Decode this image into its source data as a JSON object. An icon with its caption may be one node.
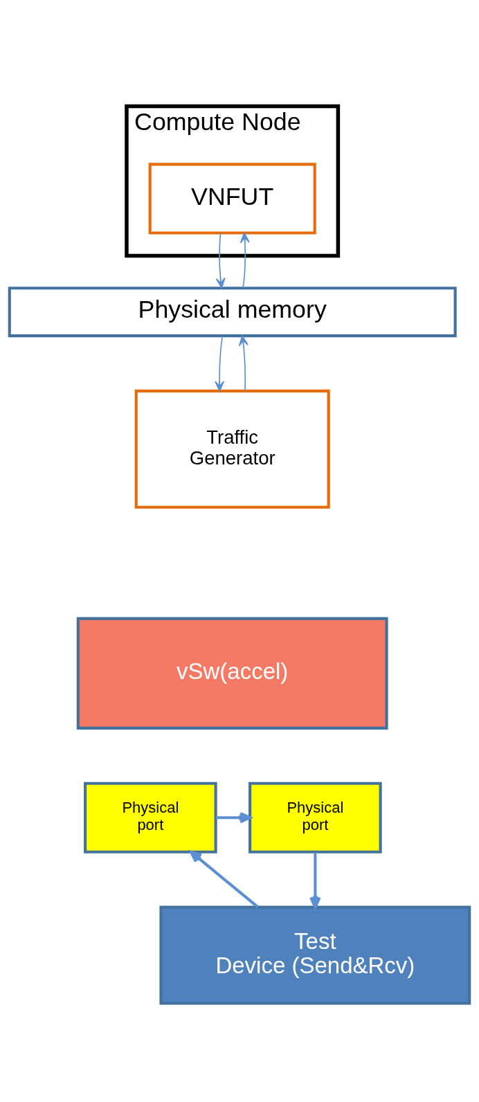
{
  "diagram": {
    "nodes": [
      {
        "text": [
          "Compute Node"
        ]
      },
      {
        "text": [
          "VNFUT"
        ],
        "in": 0
      },
      {
        "text": [
          "Physical memory"
        ]
      },
      {
        "text": [
          "Traffic Generator"
        ]
      },
      {
        "text": [
          "vSw(accel)"
        ]
      },
      {
        "text": [
          "Physical port"
        ]
      },
      {
        "text": [
          "Physical port"
        ]
      },
      {
        "text": [
          "Test Device (Send&Rcv)"
        ]
      }
    ],
    "edges": [
      {
        "from": 2,
        "to": 1,
        "arrow": "to"
      },
      {
        "from": 1,
        "to": 2,
        "arrow": "to"
      },
      {
        "from": 3,
        "to": 2,
        "arrow": "to"
      },
      {
        "from": 2,
        "to": 3,
        "arrow": "to"
      },
      {
        "from": 5,
        "to": 6,
        "arrow": "to",
        "style": "thick"
      },
      {
        "from": 7,
        "to": 5,
        "arrow": "to",
        "style": "thick"
      },
      {
        "from": 6,
        "to": 7,
        "arrow": "to",
        "style": "thick"
      }
    ]
  }
}
